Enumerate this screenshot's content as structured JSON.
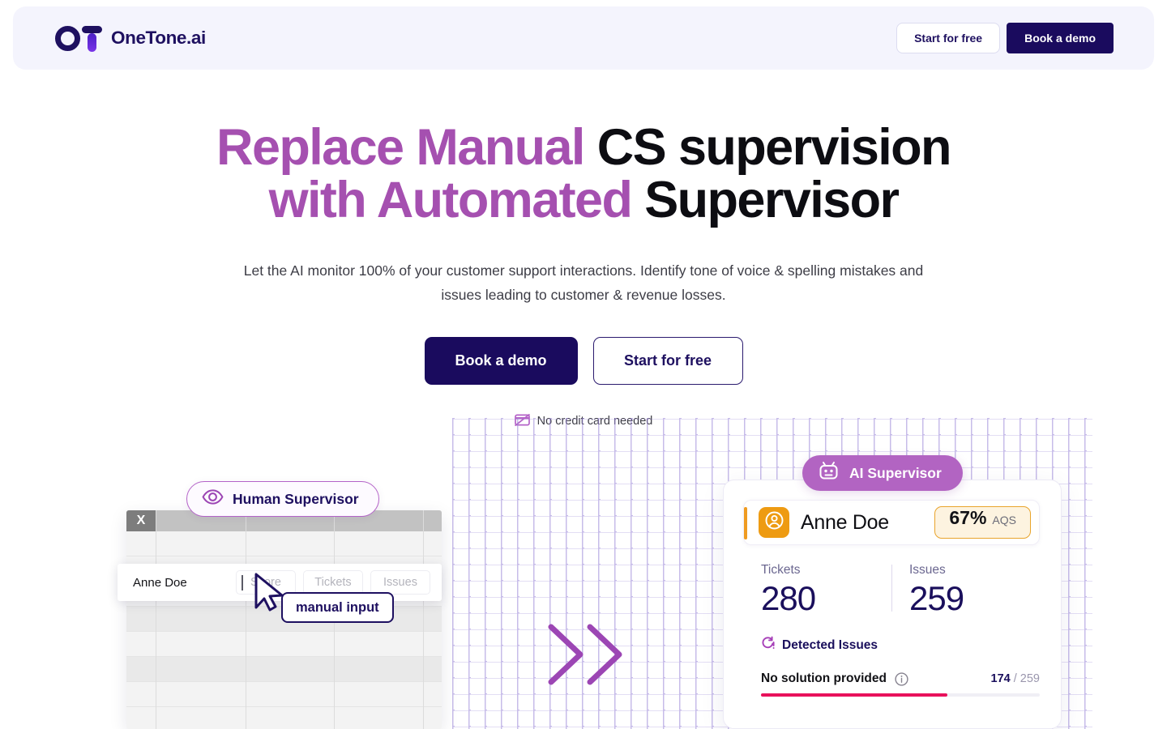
{
  "header": {
    "brand": "OneTone.ai",
    "logo_icon": "onetone-logo-icon",
    "start_free": "Start for free",
    "book_demo": "Book a demo"
  },
  "hero": {
    "headline_part1": "Replace Manual",
    "headline_part2": "CS supervision",
    "headline_part3": "with Automated",
    "headline_part4": "Supervisor",
    "subtitle": "Let the AI monitor 100% of your customer support interactions. Identify tone of voice & spelling mistakes and issues leading to customer & revenue losses.",
    "cta_primary": "Book a demo",
    "cta_secondary": "Start for free",
    "no_credit_card": "No credit card needed",
    "no_credit_card_icon": "card-off-icon",
    "accent_color": "#a550b0",
    "navy_color": "#1a0b5e"
  },
  "human_panel": {
    "pill_label": "Human Supervisor",
    "pill_icon": "eye-icon",
    "sheet_corner_label": "X",
    "row_name": "Anne Doe",
    "fields": [
      {
        "placeholder": "Score"
      },
      {
        "placeholder": "Tickets"
      },
      {
        "placeholder": "Issues"
      }
    ],
    "cursor_icon": "mouse-pointer-icon",
    "tooltip": "manual input"
  },
  "transition": {
    "arrows_icon": "double-chevron-right-icon"
  },
  "ai_panel": {
    "pill_label": "AI Supervisor",
    "pill_icon": "robot-icon",
    "accent_color": "#b264c2",
    "agent_name": "Anne Doe",
    "avatar_icon": "user-circle-icon",
    "aqs_value": "67%",
    "aqs_label": "AQS",
    "aqs_border_color": "#e9a42c",
    "stats": [
      {
        "label": "Tickets",
        "value": "280"
      },
      {
        "label": "Issues",
        "value": "259"
      }
    ],
    "detected_issues_label": "Detected Issues",
    "detected_issues_icon": "alert-refresh-icon",
    "issue": {
      "name": "No solution provided",
      "info_icon": "info-icon",
      "count": "174",
      "separator": "/",
      "total": "259",
      "progress_percent": 67,
      "bar_color": "#e8115b"
    }
  }
}
